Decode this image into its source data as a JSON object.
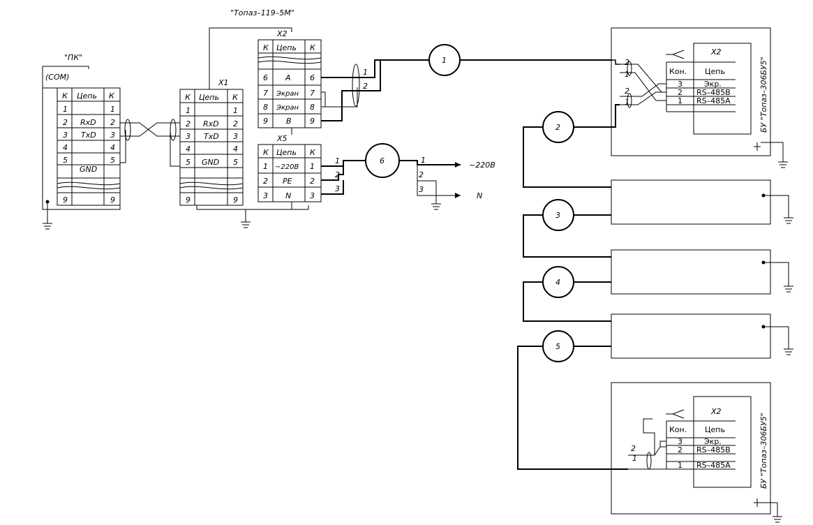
{
  "pc": {
    "title": "\"ПК\"",
    "subtitle": "(COM)",
    "headers": [
      "К",
      "Цепь",
      "К"
    ],
    "rows": [
      {
        "a": "1",
        "b": "",
        "c": "1"
      },
      {
        "a": "2",
        "b": "RxD",
        "c": "2"
      },
      {
        "a": "3",
        "b": "TxD",
        "c": "3"
      },
      {
        "a": "4",
        "b": "",
        "c": "4"
      },
      {
        "a": "5",
        "b": "GND",
        "c": "5"
      }
    ],
    "last": {
      "a": "9",
      "b": "",
      "c": "9"
    }
  },
  "topaz119": {
    "title": "\"Топаз–119–5М\"",
    "x1": {
      "name": "Х1",
      "headers": [
        "К",
        "Цепь",
        "К"
      ],
      "rows": [
        {
          "a": "1",
          "b": "",
          "c": "1"
        },
        {
          "a": "2",
          "b": "RxD",
          "c": "2"
        },
        {
          "a": "3",
          "b": "TxD",
          "c": "3"
        },
        {
          "a": "4",
          "b": "",
          "c": "4"
        },
        {
          "a": "5",
          "b": "GND",
          "c": "5"
        }
      ],
      "last": {
        "a": "9",
        "b": "",
        "c": "9"
      }
    },
    "x2": {
      "name": "Х2",
      "headers": [
        "К",
        "Цепь",
        "К"
      ],
      "rows": [
        {
          "a": "6",
          "b": "A",
          "c": "6"
        },
        {
          "a": "7",
          "b": "Экран",
          "c": "7"
        },
        {
          "a": "8",
          "b": "Экран",
          "c": "8"
        },
        {
          "a": "9",
          "b": "B",
          "c": "9"
        }
      ]
    },
    "x5": {
      "name": "Х5",
      "headers": [
        "К",
        "Цепь",
        "К"
      ],
      "rows": [
        {
          "a": "1",
          "b": "~220В",
          "c": "1"
        },
        {
          "a": "2",
          "b": "PE",
          "c": "2"
        },
        {
          "a": "3",
          "b": "N",
          "c": "3"
        }
      ]
    }
  },
  "wires": {
    "x2_out": [
      "1",
      "2"
    ],
    "power_in": [
      "1",
      "2",
      "3"
    ],
    "power_out": [
      "1",
      "2",
      "3"
    ],
    "supply_220": "~220В",
    "supply_n": "N"
  },
  "cables": [
    "1",
    "2",
    "3",
    "4",
    "5",
    "6"
  ],
  "bu": {
    "vertical_label": "БУ \"Топаз–306БУ5\"",
    "connector": "Х2",
    "headers": [
      "Кон.",
      "Цепь"
    ],
    "rows": [
      {
        "k": "3",
        "c": "Экр."
      },
      {
        "k": "2",
        "c": "RS–485B"
      },
      {
        "k": "1",
        "c": "RS–485A"
      }
    ],
    "wire_labels": [
      "2",
      "1",
      "2",
      "1"
    ]
  },
  "bu_last": {
    "vertical_label": "БУ \"Топаз–306БУ5\"",
    "connector": "Х2",
    "headers": [
      "Кон.",
      "Цепь"
    ],
    "rows": [
      {
        "k": "3",
        "c": "Экр."
      },
      {
        "k": "2",
        "c": "RS–485B"
      },
      {
        "k": "1",
        "c": "RS–485A"
      }
    ],
    "wire_labels": [
      "2",
      "1"
    ]
  }
}
